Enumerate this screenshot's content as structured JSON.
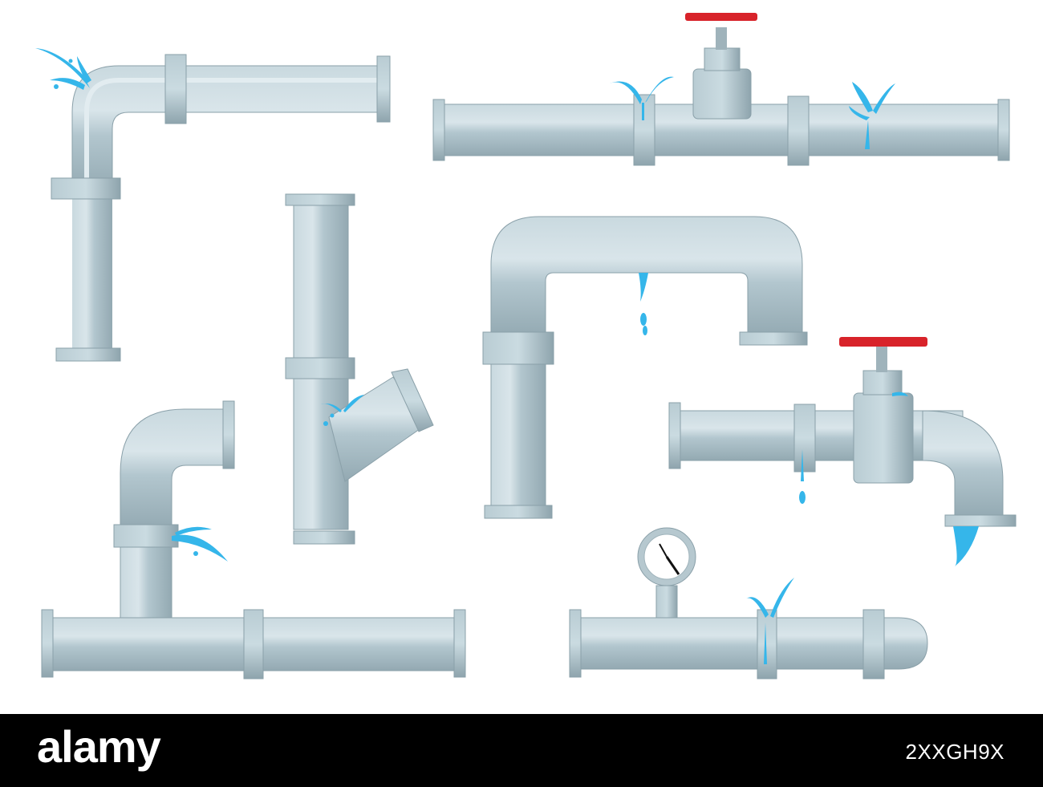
{
  "scene": {
    "subject": "pipes-with-leaks",
    "colors": {
      "pipe_light": "#bccfd6",
      "pipe_mid": "#a4b9c1",
      "pipe_dark": "#8aa0a9",
      "pipe_highlight": "#d6e3e8",
      "valve_handle": "#d8232a",
      "water": "#35b6ea",
      "water_dark": "#1e7fd0",
      "gauge_face": "#ffffff",
      "gauge_needle": "#111111"
    }
  },
  "watermark": {
    "logo": "alamy",
    "image_id": "2XXGH9X",
    "background": "#000000"
  }
}
